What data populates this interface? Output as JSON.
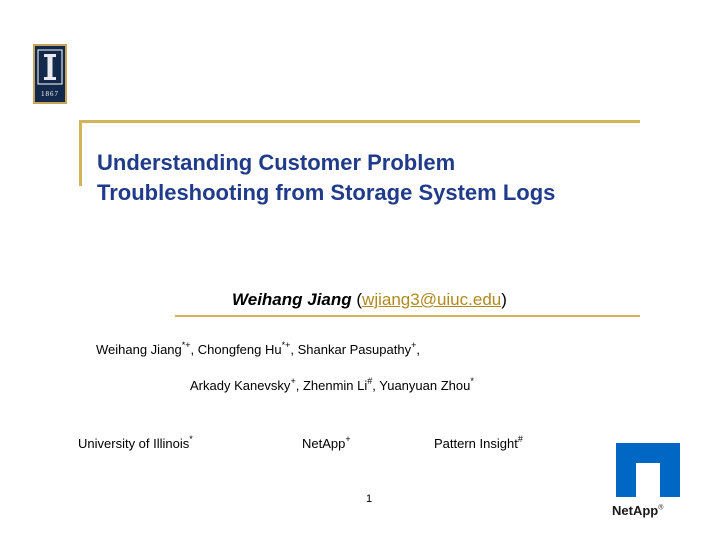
{
  "logo": {
    "seal_year": "1867"
  },
  "title": {
    "line1": "Understanding Customer Problem",
    "line2": "Troubleshooting from Storage System Logs"
  },
  "presenter": {
    "name": "Weihang Jiang",
    "open_paren": " (",
    "email": "wjiang3@uiuc.edu",
    "close_paren": ")"
  },
  "authors_line1": [
    {
      "name": "Weihang Jiang",
      "mark": "*+",
      "sep": ", "
    },
    {
      "name": "Chongfeng Hu",
      "mark": "*+",
      "sep": ", "
    },
    {
      "name": "Shankar Pasupathy",
      "mark": "+",
      "sep": ","
    }
  ],
  "authors_line2": [
    {
      "name": "Arkady Kanevsky",
      "mark": "+",
      "sep": ", "
    },
    {
      "name": "Zhenmin Li",
      "mark": "#",
      "sep": ", "
    },
    {
      "name": "Yuanyuan Zhou",
      "mark": "*",
      "sep": ""
    }
  ],
  "affiliations": [
    {
      "name": "University of Illinois",
      "mark": "*"
    },
    {
      "name": "NetApp",
      "mark": "+"
    },
    {
      "name": "Pattern Insight",
      "mark": "#"
    }
  ],
  "page_number": "1",
  "netapp_logo": {
    "wordmark": "NetApp",
    "trademark": "®"
  },
  "colors": {
    "title": "#1f3b8a",
    "accent_gold": "#d3b45a",
    "email_link": "#b08a1e",
    "illinois_navy": "#13294b",
    "netapp_blue": "#0067c5"
  }
}
